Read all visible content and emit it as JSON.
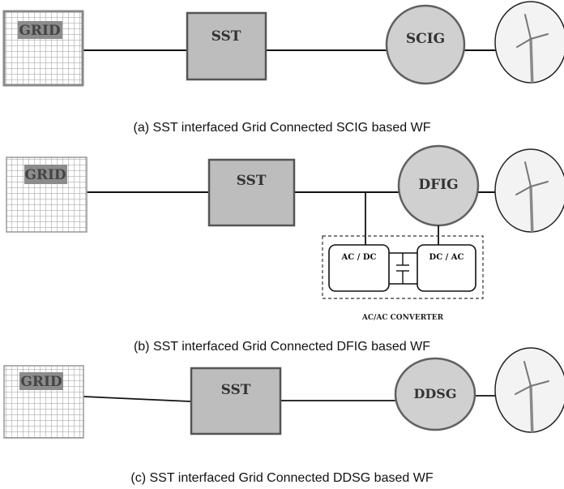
{
  "colors": {
    "grid_fill": "#ffffff",
    "grid_lines": "#9a9a9a",
    "grid_label_bg": "#8c8c8c",
    "box_fill": "#bdbdbd",
    "box_stroke": "#555555",
    "machine_fill": "#d0d0d0",
    "machine_stroke": "#606060",
    "line": "#111111",
    "turbine_fill": "#f3f3f3"
  },
  "diagrams": [
    {
      "grid_label": "GRID",
      "sst_label": "SST",
      "machine_label": "SCIG",
      "caption": "(a) SST interfaced Grid Connected SCIG based WF"
    },
    {
      "grid_label": "GRID",
      "sst_label": "SST",
      "machine_label": "DFIG",
      "converter": {
        "left_label": "AC / DC",
        "right_label": "DC / AC",
        "title": "AC/AC CONVERTER"
      },
      "caption": "(b) SST interfaced Grid Connected DFIG based WF"
    },
    {
      "grid_label": "GRID",
      "sst_label": "SST",
      "machine_label": "DDSG",
      "caption": "(c) SST interfaced Grid Connected DDSG based WF"
    }
  ]
}
